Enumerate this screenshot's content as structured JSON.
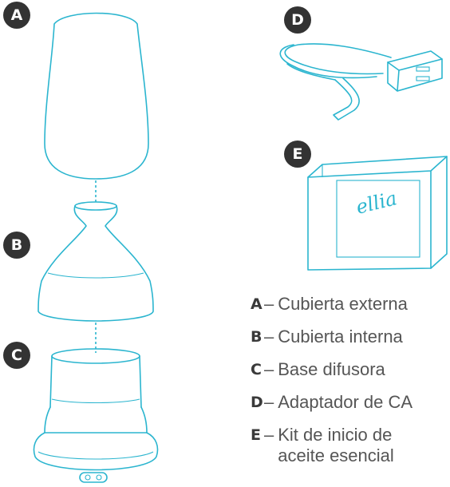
{
  "badges": {
    "a": "A",
    "b": "B",
    "c": "C",
    "d": "D",
    "e": "E"
  },
  "box_label": "ellia",
  "legend": [
    {
      "letter": "A",
      "dash": "–",
      "text": "Cubierta externa"
    },
    {
      "letter": "B",
      "dash": "–",
      "text": "Cubierta interna"
    },
    {
      "letter": "C",
      "dash": "–",
      "text": "Base difusora"
    },
    {
      "letter": "D",
      "dash": "–",
      "text": "Adaptador de CA"
    },
    {
      "letter": "E",
      "dash": "–",
      "text": "Kit de inicio de aceite esencial"
    }
  ],
  "colors": {
    "line": "#2bb5cf",
    "badge": "#333333",
    "text": "#555555"
  }
}
